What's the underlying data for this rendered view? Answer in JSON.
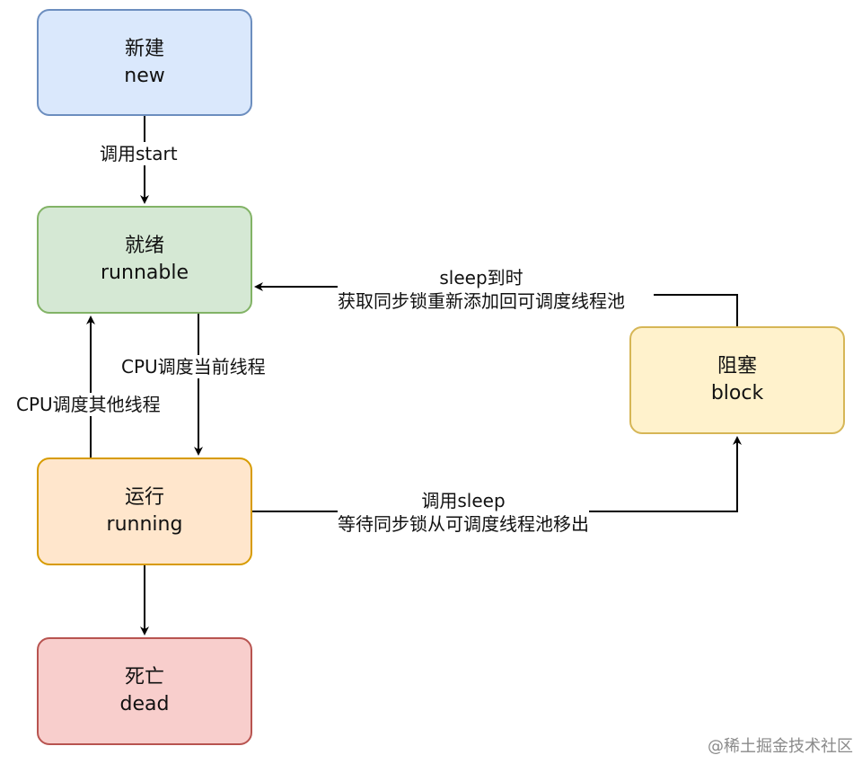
{
  "nodes": {
    "new": {
      "zh": "新建",
      "en": "new",
      "fill": "#dae8fc",
      "stroke": "#6c8ebf"
    },
    "runnable": {
      "zh": "就绪",
      "en": "runnable",
      "fill": "#d5e8d4",
      "stroke": "#82b366"
    },
    "running": {
      "zh": "运行",
      "en": "running",
      "fill": "#ffe6cc",
      "stroke": "#d79b00"
    },
    "dead": {
      "zh": "死亡",
      "en": "dead",
      "fill": "#f8cecc",
      "stroke": "#b85450"
    },
    "block": {
      "zh": "阻塞",
      "en": "block",
      "fill": "#fff2cc",
      "stroke": "#d6b656"
    }
  },
  "edges": {
    "call_start": "调用start",
    "cpu_schedule_current": "CPU调度当前线程",
    "cpu_schedule_other": "CPU调度其他线程",
    "sleep_timeout_line1": "sleep到时",
    "sleep_timeout_line2": "获取同步锁重新添加回可调度线程池",
    "call_sleep_line1": "调用sleep",
    "call_sleep_line2": "等待同步锁从可调度线程池移出"
  },
  "watermark": "@稀土掘金技术社区"
}
